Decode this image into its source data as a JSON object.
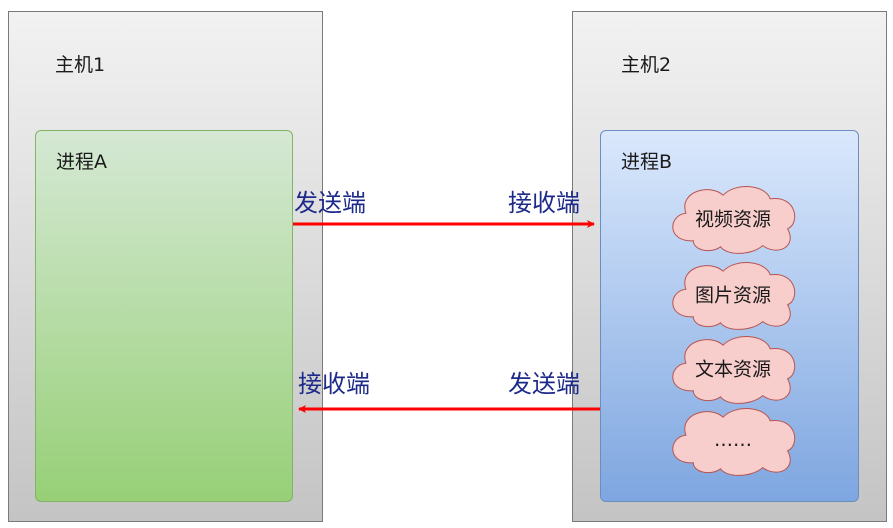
{
  "hosts": [
    {
      "label": "主机1"
    },
    {
      "label": "主机2"
    }
  ],
  "processes": [
    {
      "label": "进程A"
    },
    {
      "label": "进程B"
    }
  ],
  "connections": {
    "top": {
      "left_label": "发送端",
      "right_label": "接收端",
      "direction": "right"
    },
    "bottom": {
      "left_label": "接收端",
      "right_label": "发送端",
      "direction": "left"
    }
  },
  "resources": [
    "视频资源",
    "图片资源",
    "文本资源",
    "……"
  ],
  "colors": {
    "arrow": "#ff0000",
    "endpoint_label": "#1e2a8a",
    "cloud_fill": "#f8cecc",
    "cloud_stroke": "#b85450",
    "process_a_fill": "#97d077",
    "process_b_fill": "#7ea6e0"
  }
}
